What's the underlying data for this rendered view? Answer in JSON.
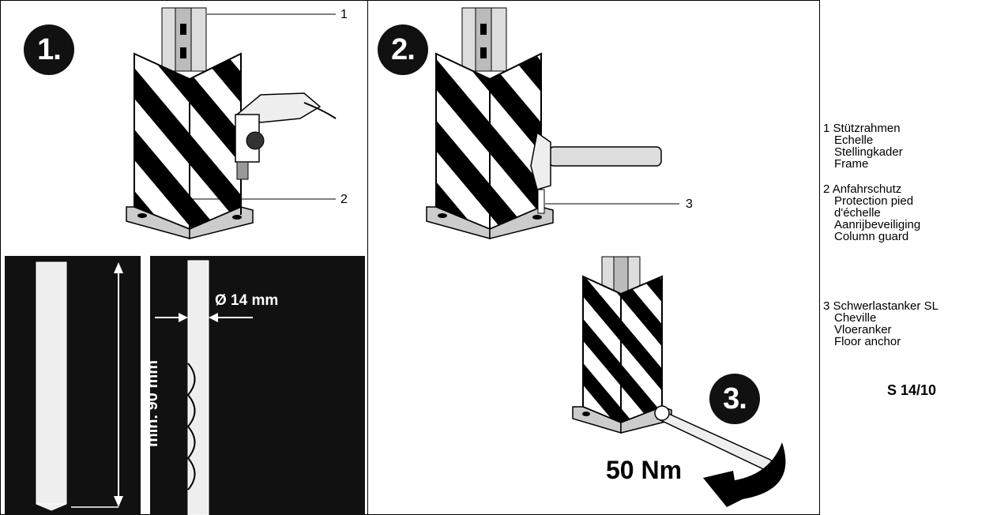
{
  "steps": [
    "1.",
    "2.",
    "3."
  ],
  "callouts": [
    "1",
    "2",
    "3"
  ],
  "measurements": {
    "diameter": "Ø 14 mm",
    "depth": "min. 90 mm",
    "torque": "50 Nm"
  },
  "legend": [
    {
      "number": "1",
      "lines": [
        "Stützrahmen",
        "Echelle",
        "Stellingkader",
        "Frame"
      ]
    },
    {
      "number": "2",
      "lines": [
        "Anfahrschutz",
        "Protection pied",
        "d'échelle",
        "Aanrijbeveiliging",
        "Column guard"
      ]
    },
    {
      "number": "3",
      "lines": [
        "Schwerlastanker SL",
        "Cheville",
        "Vloeranker",
        "Floor anchor"
      ]
    }
  ],
  "code": "S 14/10",
  "colors": {
    "ink": "#000000",
    "paper": "#ffffff"
  }
}
